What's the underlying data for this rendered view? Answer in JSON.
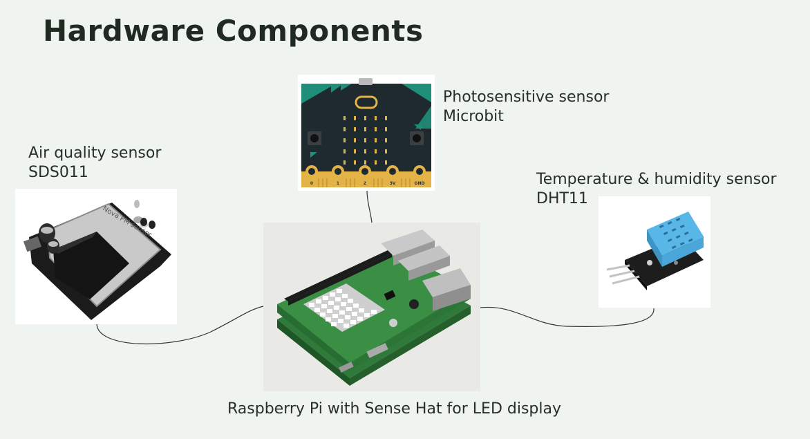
{
  "title": "Hardware Components",
  "components": {
    "microbit": {
      "line1": "Photosensitive sensor",
      "line2": "Microbit",
      "pins": [
        "0",
        "1",
        "2",
        "3V",
        "GND"
      ]
    },
    "air": {
      "line1": "Air quality sensor",
      "line2": "SDS011",
      "printed": "Nova PM sensor"
    },
    "dht": {
      "line1": "Temperature & humidity sensor",
      "line2": "DHT11"
    },
    "pi": {
      "caption": "Raspberry Pi with Sense Hat for LED display"
    }
  },
  "colors": {
    "background": "#eff4f0",
    "microbit_board": "#1e2a2e",
    "microbit_accent": "#1f8f7a",
    "gold": "#e3b347",
    "pcb_green": "#2f7a3a",
    "dht_blue": "#59b7e8"
  }
}
